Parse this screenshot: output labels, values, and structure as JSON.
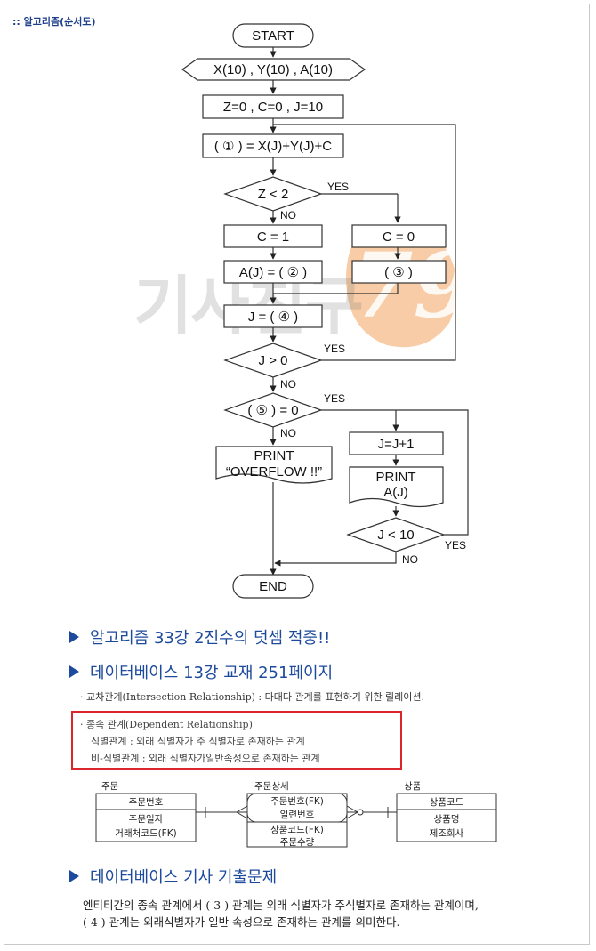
{
  "header": {
    "title": ":: 알고리즘(순서도)"
  },
  "flowchart": {
    "start": "START",
    "input": "X(10) , Y(10) , A(10)",
    "init": "Z=0 , C=0 , J=10",
    "step1": "( ① ) = X(J)+Y(J)+C",
    "cond1": "Z < 2",
    "c_one": "C = 1",
    "c_zero": "C = 0",
    "aj": "A(J) = ( ② )",
    "blank3": "( ③ )",
    "j4": "J = ( ④ )",
    "cond2": "J > 0",
    "cond3": "( ⑤ ) = 0",
    "print_overflow_1": "PRINT",
    "print_overflow_2": "“OVERFLOW !!”",
    "jinc": "J=J+1",
    "print_aj_1": "PRINT",
    "print_aj_2": "A(J)",
    "cond4": "J < 10",
    "end": "END",
    "yes": "YES",
    "no": "NO"
  },
  "watermark": {
    "text": "기사친구",
    "number": "79"
  },
  "sections": {
    "s1": "알고리즘 33강 2진수의 덧셈 적중!!",
    "s2": "데이터베이스 13강 교재 251페이지",
    "s3": "데이터베이스 기사 기출문제"
  },
  "textbook": {
    "intersection": "· 교차관계(Intersection Relationship) : 다대다 관계를 표현하기 위한 릴레이션.",
    "dependent": "· 종속 관계(Dependent Relationship)",
    "identifying": "식별관계 : 외래 식별자가 주 식별자로 존재하는 관계",
    "non_identifying": "비-식별관계 : 외래 식별자가일반속성으로 존재하는 관계"
  },
  "erd": {
    "order": {
      "title": "주문",
      "pk": "주문번호",
      "attrs": [
        "주문일자",
        "거래처코드(FK)"
      ]
    },
    "order_detail": {
      "title": "주문상세",
      "pk": [
        "주문번호(FK)",
        "일련번호"
      ],
      "attrs": [
        "상품코드(FK)",
        "주문수량"
      ]
    },
    "product": {
      "title": "상품",
      "pk": "상품코드",
      "attrs": [
        "상품명",
        "제조회사"
      ]
    }
  },
  "exam": {
    "line1": "엔티티간의 종속 관계에서 ( 3 ) 관계는 외래 식별자가 주식별자로 존재하는 관계이며,",
    "line2": "( 4 ) 관계는 외래식별자가 일반 속성으로 존재하는 관계를 의미한다."
  },
  "colors": {
    "accent": "#1d4a9c",
    "highlight_border": "#d9262b",
    "watermark_orange": "#f2a35c"
  }
}
